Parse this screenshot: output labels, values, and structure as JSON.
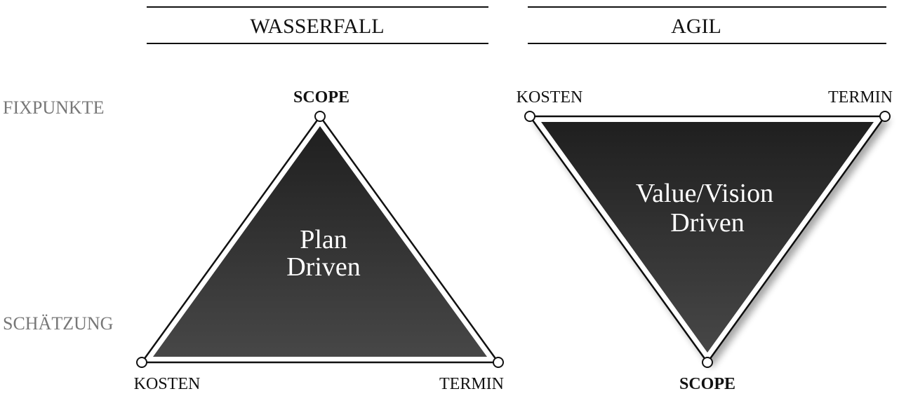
{
  "headers": {
    "left": "WASSERFALL",
    "right": "AGIL"
  },
  "row_labels": {
    "top": "FIXPUNKTE",
    "bottom": "SCHÄTZUNG"
  },
  "left_triangle": {
    "top_vertex": "SCOPE",
    "bottom_left_vertex": "KOSTEN",
    "bottom_right_vertex": "TERMIN",
    "center_line1": "Plan",
    "center_line2": "Driven"
  },
  "right_triangle": {
    "top_left_vertex": "KOSTEN",
    "top_right_vertex": "TERMIN",
    "bottom_vertex": "SCOPE",
    "center_line1": "Value/Vision",
    "center_line2": "Driven"
  },
  "colors": {
    "fill_dark": "#1f1f1f",
    "fill_light": "#474747",
    "outline": "#111111",
    "row_label": "#777777"
  }
}
